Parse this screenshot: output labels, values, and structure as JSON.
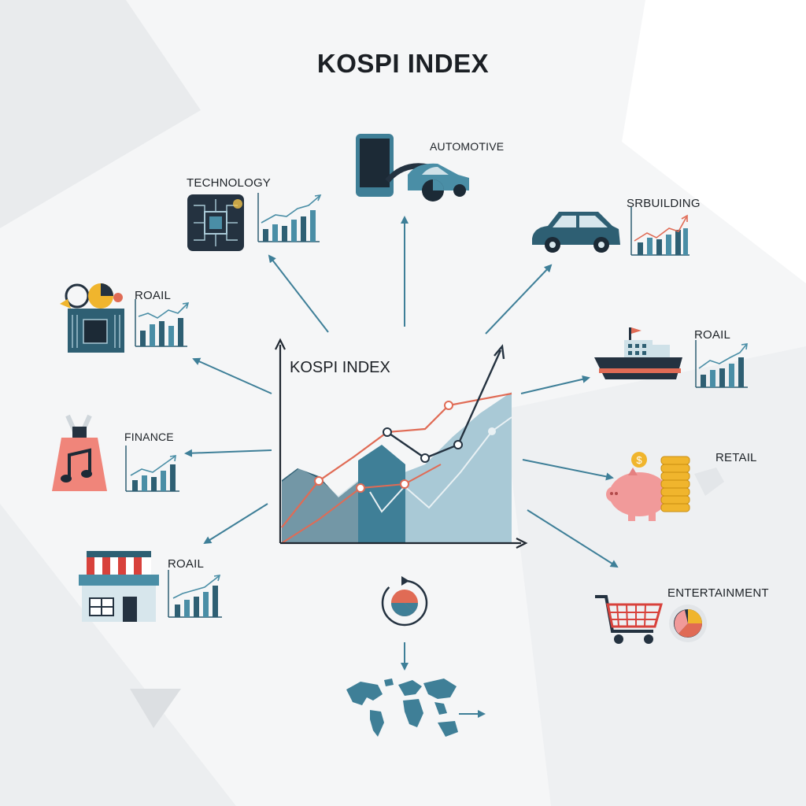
{
  "title": "KOSPI INDEX",
  "center_chart": {
    "title": "KOSPI INDEX"
  },
  "sectors": [
    {
      "label": "TECHNOLOGY",
      "icon": "circuit-chip-icon"
    },
    {
      "label": "AUTOMOTIVE",
      "icon": "phone-car-icon"
    },
    {
      "label": "SRBUILDING",
      "icon": "car-icon"
    },
    {
      "label": "ROAIL",
      "icon": "ship-icon"
    },
    {
      "label": "RETAIL",
      "icon": "piggy-bank-coins-icon"
    },
    {
      "label": "ENTERTAINMENT",
      "icon": "shopping-cart-icon"
    },
    {
      "label": "ROAIL",
      "icon": "storefront-icon"
    },
    {
      "label": "FINANCE",
      "icon": "music-bag-icon"
    },
    {
      "label": "ROAIL",
      "icon": "chip-tools-icon"
    }
  ],
  "colors": {
    "teal_dark": "#2e5f73",
    "teal_mid": "#4a8ea6",
    "teal_light": "#a9c9d6",
    "accent_red": "#e06b55",
    "navy": "#243240",
    "background": "#f5f6f7"
  }
}
